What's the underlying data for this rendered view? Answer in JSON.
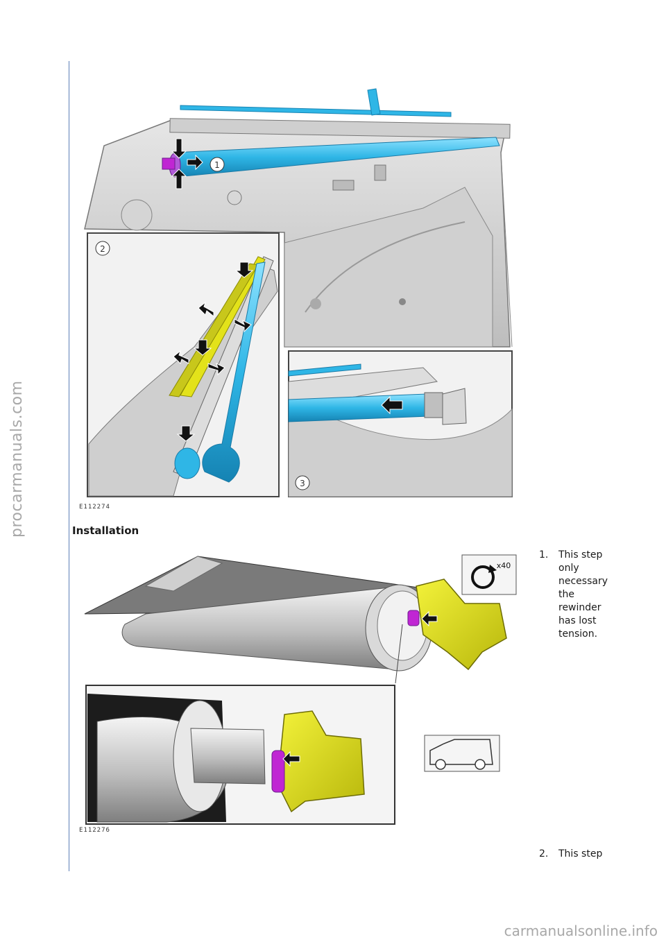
{
  "watermarks": {
    "side": "procarmanuals.com",
    "bottom": "carmanualsonline.info"
  },
  "figures": [
    {
      "code": "E112274",
      "callouts": [
        "1",
        "2",
        "3"
      ]
    },
    {
      "code": "E112276",
      "badge": "x40"
    }
  ],
  "section_heading": "Installation",
  "steps": [
    {
      "number": "1.",
      "lines": [
        "This step",
        "only",
        "necessary",
        "the",
        "rewinder",
        "has lost",
        "tension."
      ]
    },
    {
      "number": "2.",
      "lines": [
        "This step"
      ]
    }
  ],
  "colors": {
    "margin_line": "#5c7fb8",
    "component_blue": "#2fb6e6",
    "component_yellow": "#e3e21a",
    "clip_magenta": "#c026d3"
  }
}
